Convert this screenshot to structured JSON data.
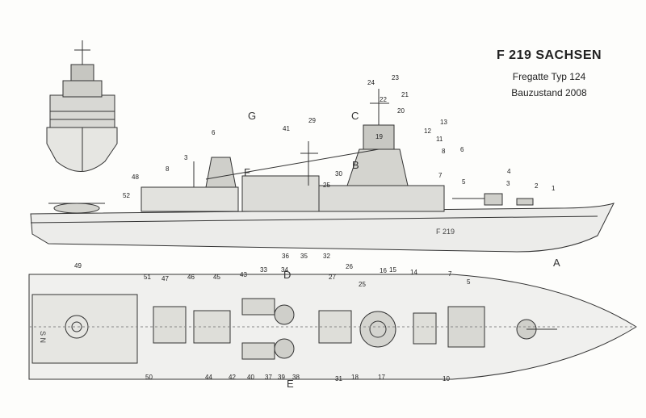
{
  "title": "F 219  SACHSEN",
  "subtitle": "Fregatte Typ 124",
  "status": "Bauzustand 2008",
  "hull_number": "F 219",
  "side_view_callouts": [
    "1",
    "2",
    "3",
    "4",
    "5",
    "6",
    "7",
    "8",
    "11",
    "12",
    "13",
    "19",
    "20",
    "21",
    "22",
    "23",
    "24",
    "25",
    "29",
    "30",
    "32",
    "35",
    "36",
    "41",
    "48",
    "52",
    "3",
    "6",
    "8"
  ],
  "side_view_letters": [
    "A",
    "B",
    "C",
    "F",
    "G"
  ],
  "plan_view_callouts": [
    "5",
    "7",
    "10",
    "14",
    "15",
    "16",
    "17",
    "18",
    "25",
    "26",
    "27",
    "31",
    "33",
    "34",
    "37",
    "38",
    "39",
    "40",
    "42",
    "43",
    "44",
    "45",
    "46",
    "47",
    "49",
    "50",
    "51"
  ],
  "plan_view_letters": [
    "D",
    "E"
  ],
  "deck_marking": "S N"
}
